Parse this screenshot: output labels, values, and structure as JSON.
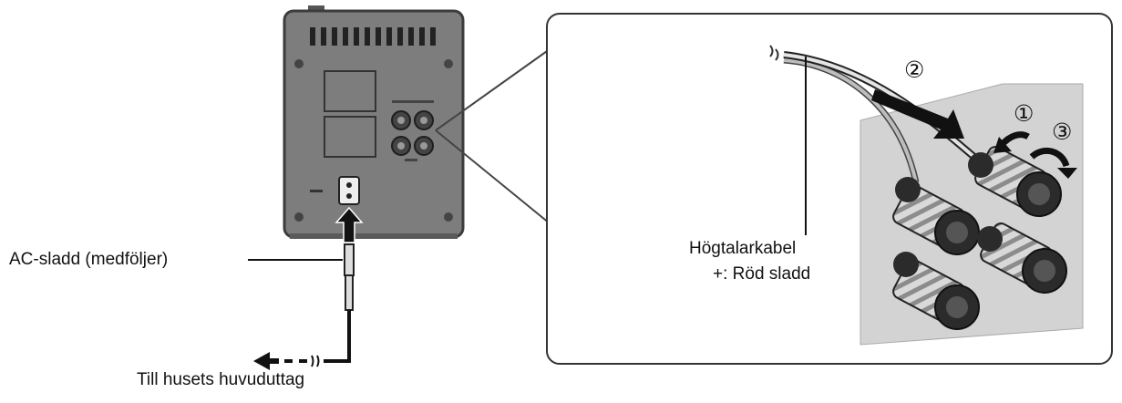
{
  "labels": {
    "ac_cord": "AC-sladd (medföljer)",
    "mains_outlet": "Till husets huvuduttag",
    "speaker_cable_line1": "Högtalarkabel",
    "speaker_cable_line2": "+: Röd sladd"
  },
  "steps": [
    "①",
    "②",
    "③"
  ],
  "colors": {
    "unit_body": "#7d7d7d",
    "panel": "#d3d3d3",
    "terminal_dark": "#2b2b2b",
    "outline": "#222222"
  }
}
